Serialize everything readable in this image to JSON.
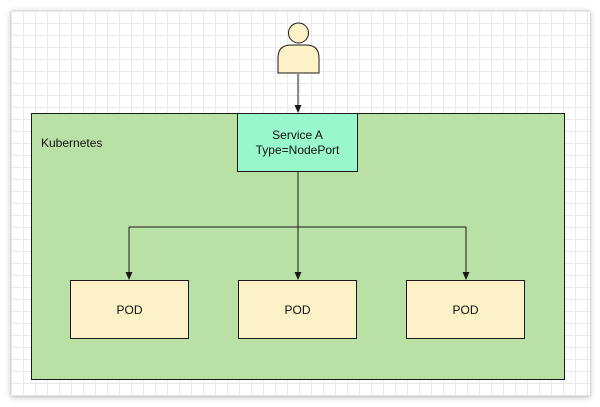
{
  "diagram": {
    "cluster": {
      "label": "Kubernetes"
    },
    "service": {
      "name": "Service A",
      "type": "Type=NodePort"
    },
    "pods": [
      {
        "label": "POD"
      },
      {
        "label": "POD"
      },
      {
        "label": "POD"
      }
    ],
    "user": {
      "icon": "user-icon"
    },
    "colors": {
      "cluster_fill": "#b9e0a5",
      "service_fill": "#99f7cc",
      "pod_fill": "#fcf1c7",
      "user_fill": "#fcf1c7",
      "stroke": "#1a1a1a"
    }
  }
}
